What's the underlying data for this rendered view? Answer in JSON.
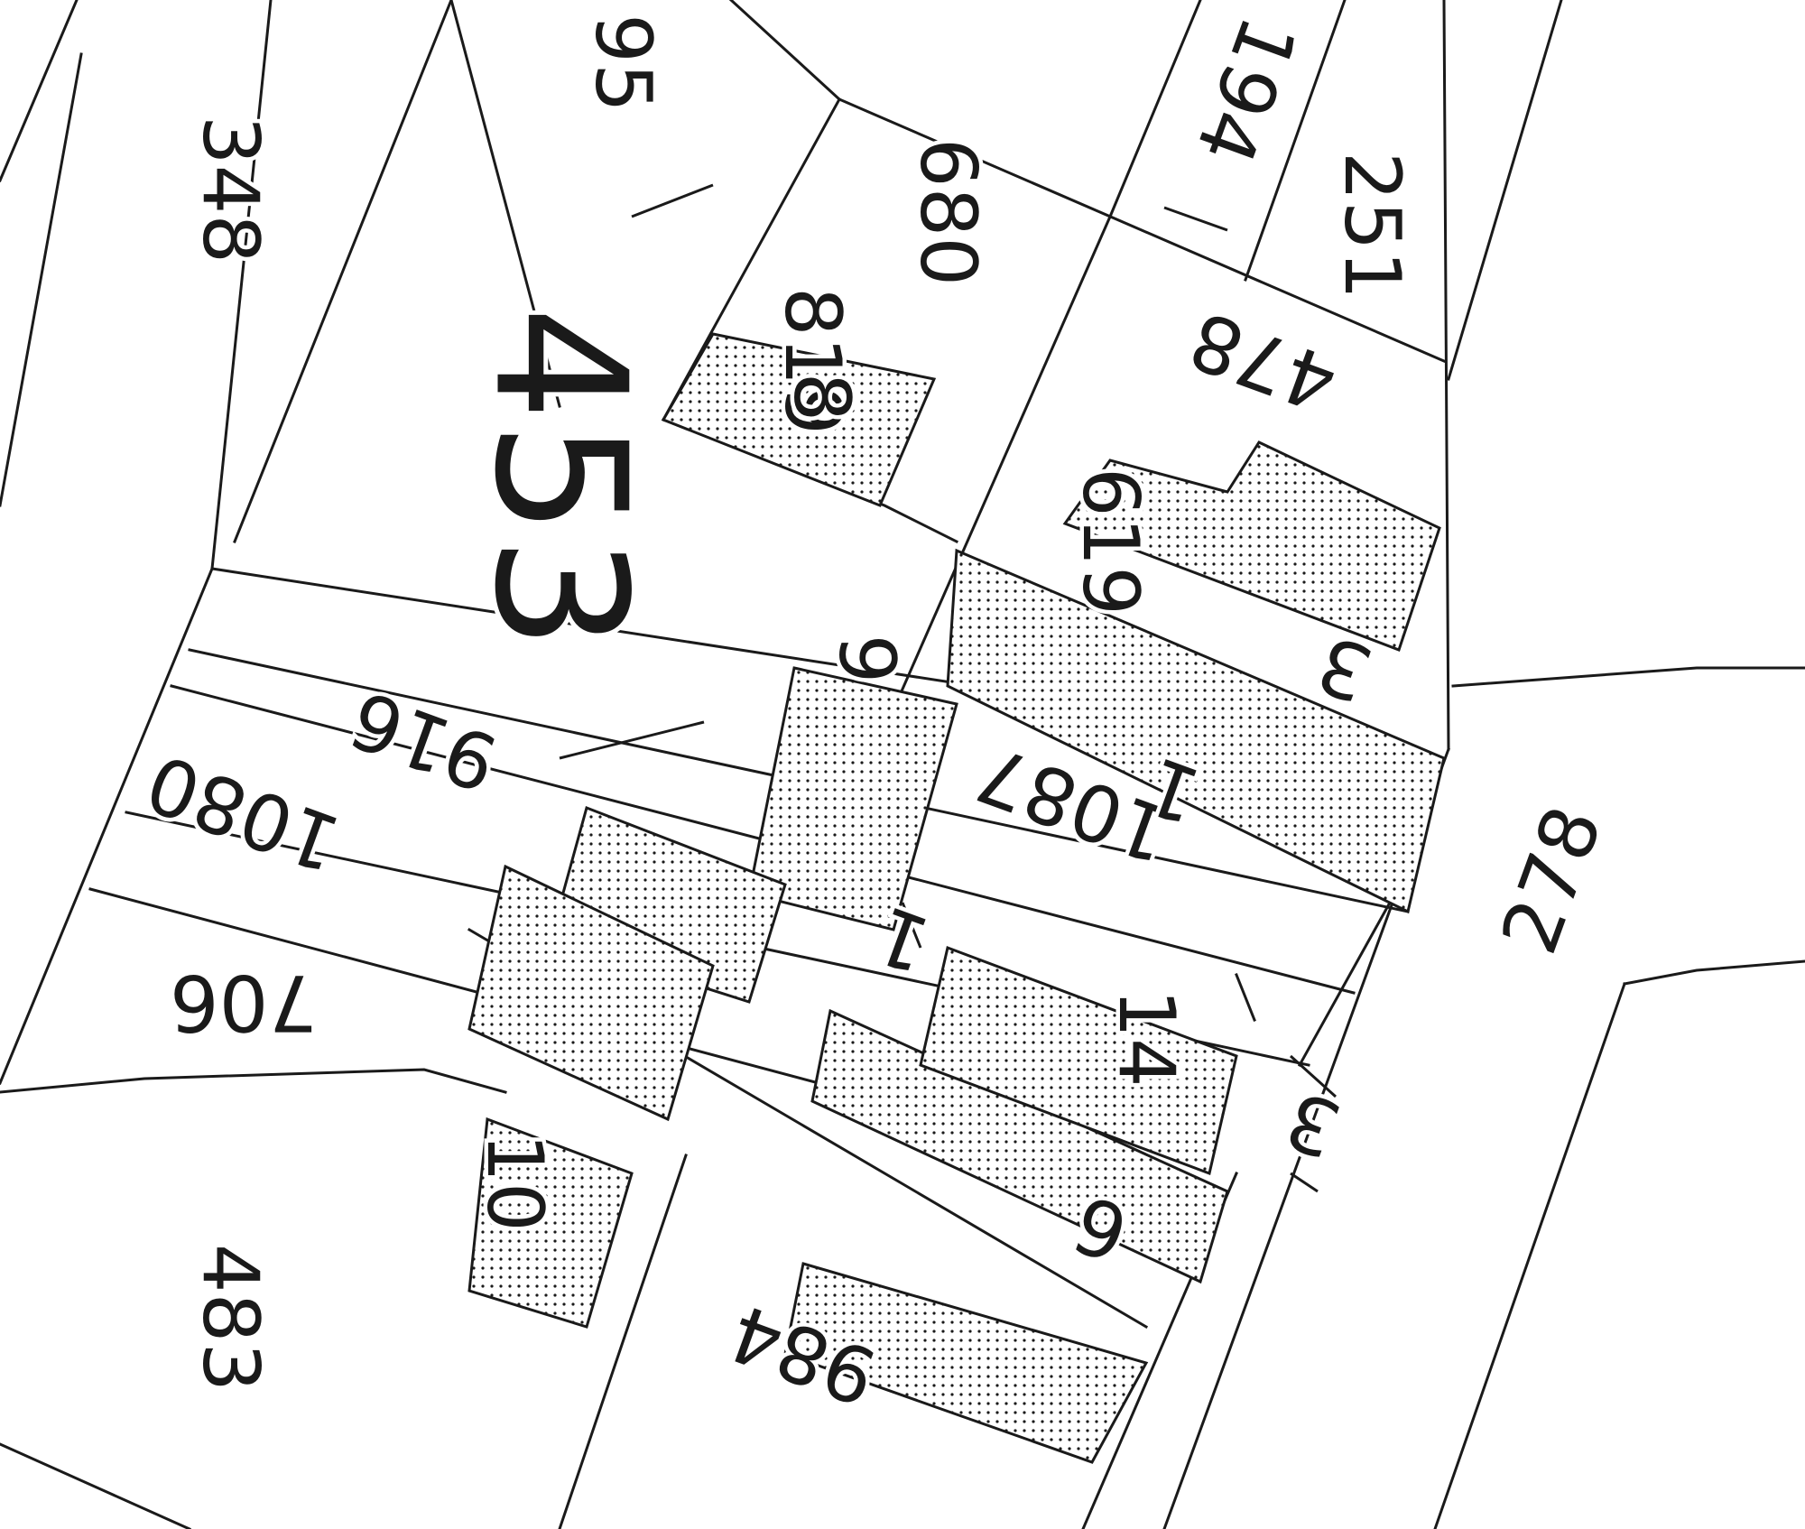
{
  "map": {
    "main_parcel": "453",
    "parcel_numbers": [
      "348",
      "95",
      "680",
      "194",
      "251",
      "478",
      "619",
      "819",
      "916",
      "1080",
      "1087",
      "706",
      "278",
      "483",
      "984",
      "3"
    ],
    "building_labels": [
      "8",
      "3",
      "9",
      "1",
      "1",
      "6",
      "14",
      "10"
    ],
    "colors": {
      "line": "#1a1a1a",
      "background": "#ffffff",
      "building_fill": "dotted"
    }
  }
}
